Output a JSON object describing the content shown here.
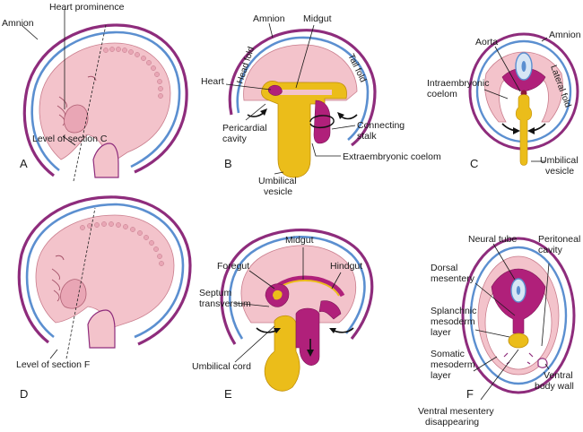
{
  "colors": {
    "ectoderm_pink": "#f2b9c5",
    "embryo_pink": "#f3c3cb",
    "mesoderm_magenta": "#b0207a",
    "amnion_blue": "#5b8fd0",
    "yolk_yellow": "#ebbd1a",
    "outline_purple": "#8e2c7c"
  },
  "panels": {
    "A": {
      "letter": "A",
      "labels": {
        "amnion": "Amnion",
        "heart_prominence": "Heart prominence",
        "section_level": "Level of section C"
      }
    },
    "B": {
      "letter": "B",
      "labels": {
        "amnion": "Amnion",
        "midgut": "Midgut",
        "head_fold": "Head fold",
        "tail_fold": "Tail fold",
        "heart": "Heart",
        "pericardial_cavity_1": "Pericardial",
        "pericardial_cavity_2": "cavity",
        "connecting_stalk_1": "Connecting",
        "connecting_stalk_2": "stalk",
        "extraembryonic_coelom": "Extraembryonic coelom",
        "umbilical_vesicle_1": "Umbilical",
        "umbilical_vesicle_2": "vesicle"
      }
    },
    "C": {
      "letter": "C",
      "labels": {
        "aorta": "Aorta",
        "amnion": "Amnion",
        "intraembryonic_coelom_1": "Intraembryonic",
        "intraembryonic_coelom_2": "coelom",
        "lateral_fold": "Lateral fold",
        "umbilical_vesicle_1": "Umbilical",
        "umbilical_vesicle_2": "vesicle"
      }
    },
    "D": {
      "letter": "D",
      "labels": {
        "section_level": "Level of section F"
      }
    },
    "E": {
      "letter": "E",
      "labels": {
        "midgut": "Midgut",
        "foregut": "Foregut",
        "hindgut": "Hindgut",
        "septum_transversum_1": "Septum",
        "septum_transversum_2": "transversum",
        "umbilical_cord": "Umbilical cord"
      }
    },
    "F": {
      "letter": "F",
      "labels": {
        "neural_tube": "Neural tube",
        "peritoneal_cavity_1": "Peritoneal",
        "peritoneal_cavity_2": "cavity",
        "dorsal_mesentery_1": "Dorsal",
        "dorsal_mesentery_2": "mesentery",
        "splanchnic_mesoderm_1": "Splanchnic",
        "splanchnic_mesoderm_2": "mesoderm",
        "splanchnic_mesoderm_3": "layer",
        "somatic_mesoderm_1": "Somatic",
        "somatic_mesoderm_2": "mesoderm",
        "somatic_mesoderm_3": "layer",
        "ventral_body_wall_1": "Ventral",
        "ventral_body_wall_2": "body wall",
        "ventral_mesentery_1": "Ventral mesentery",
        "ventral_mesentery_2": "disappearing"
      }
    }
  }
}
